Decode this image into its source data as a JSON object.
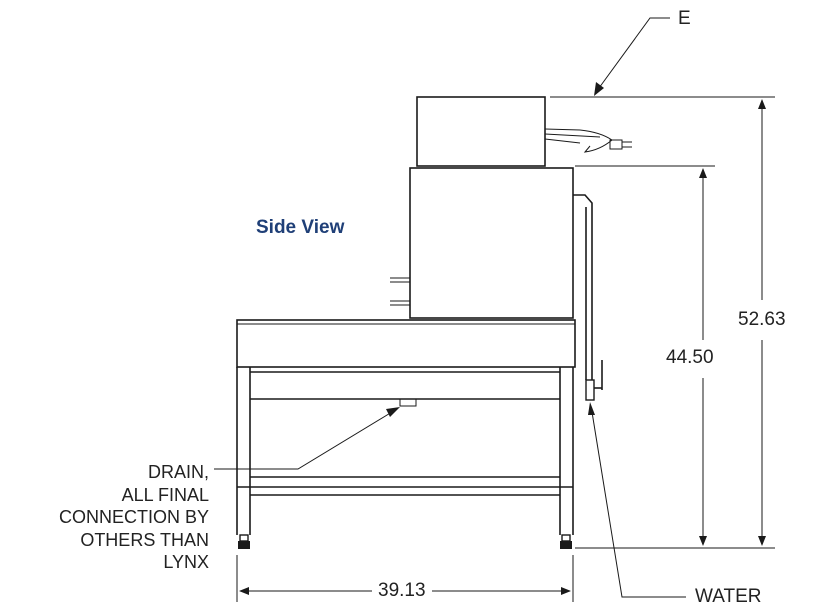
{
  "title": "Side View",
  "callout_e": "E",
  "dimensions": {
    "overall_height": "52.63",
    "cabinet_height": "44.50",
    "width": "39.13"
  },
  "labels": {
    "drain_lines": [
      "DRAIN,",
      "ALL FINAL",
      "CONNECTION BY",
      "OTHERS THAN",
      "LYNX"
    ],
    "water": "WATER"
  },
  "colors": {
    "title": "#1f3f77",
    "line": "#1a1a1a"
  }
}
